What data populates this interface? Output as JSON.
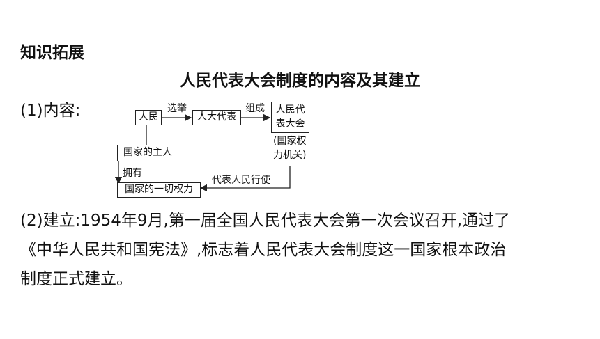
{
  "section_label": "知识拓展",
  "title": "人民代表大会制度的内容及其建立",
  "item_1": "(1)内容:",
  "item_2_lines": [
    "(2)建立:1954年9月,第一届全国人民代表大会第一次会议召开,通过了",
    "《中华人民共和国宪法》,标志着人民代表大会制度这一国家根本政治",
    "制度正式建立。"
  ],
  "diagram": {
    "box_people": "人民",
    "box_npc": "人大代表",
    "box_congress_line1": "人民代",
    "box_congress_line2": "表大会",
    "note_line1": "(国家权",
    "note_line2": "力机关)",
    "box_master": "国家的主人",
    "box_power": "国家的一切权力",
    "arrow_elect": "选举",
    "arrow_compose": "组成",
    "arrow_own": "拥有",
    "arrow_exercise": "代表人民行使"
  }
}
